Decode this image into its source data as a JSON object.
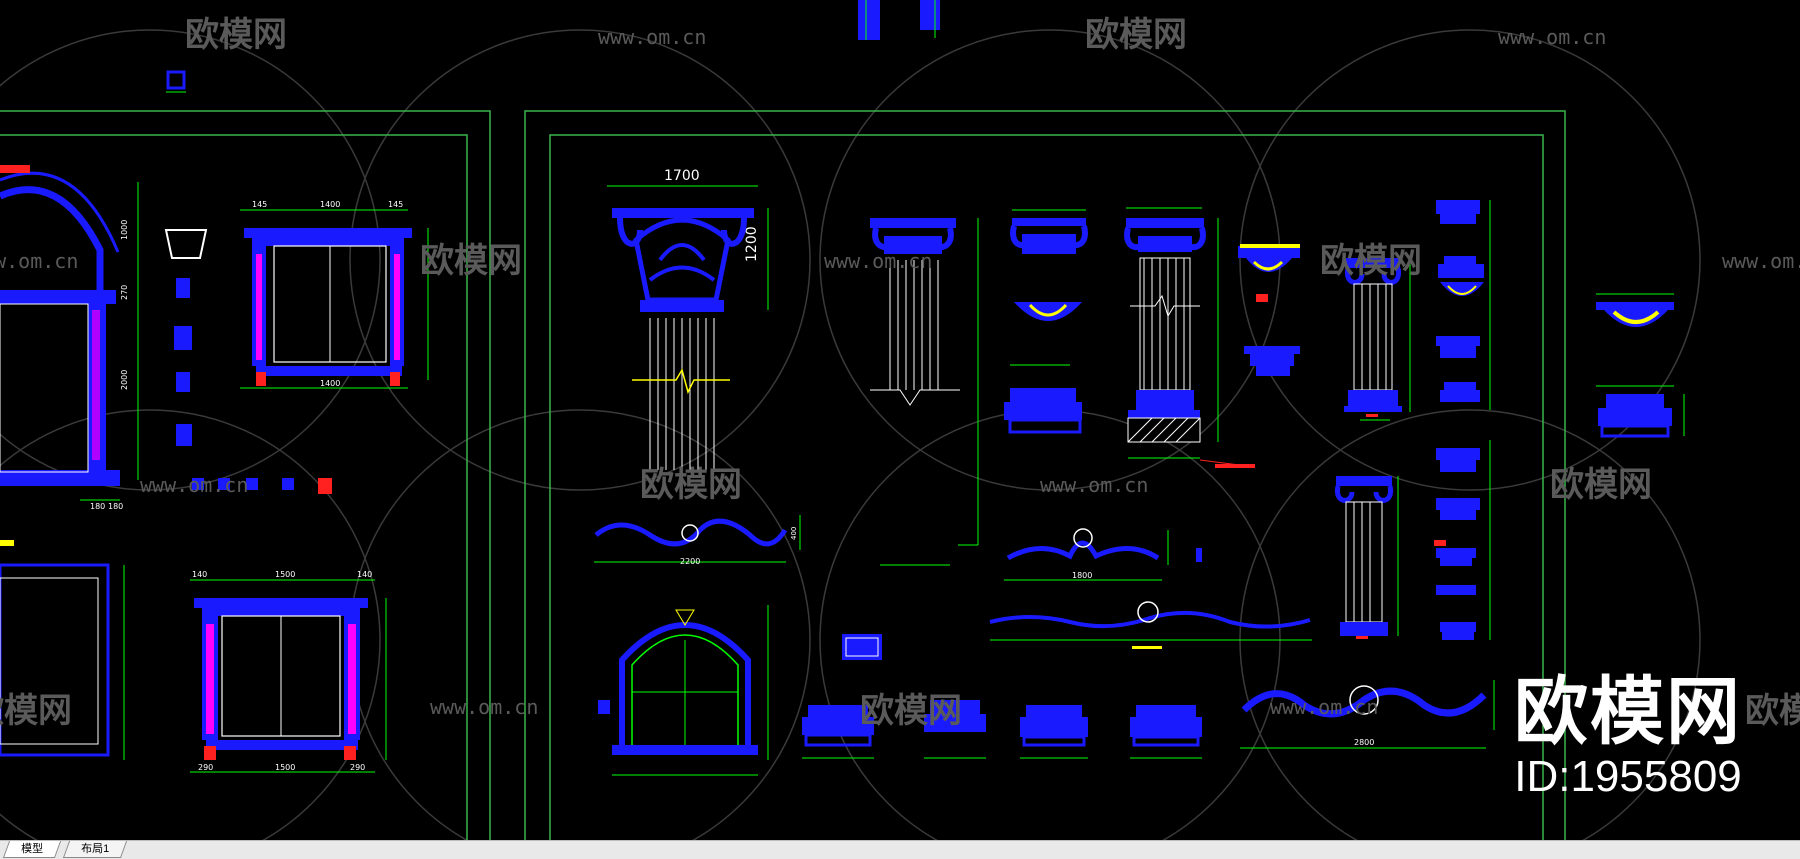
{
  "watermark": {
    "brand": "欧模网",
    "url": "www.om.cn"
  },
  "brand_overlay": {
    "logo": "欧模网",
    "id": "ID:1955809"
  },
  "dimensions": {
    "capital_width": "1700",
    "capital_height": "1200",
    "ornament_2200": "2200",
    "ornament_400": "400",
    "ornament_1800": "1800",
    "ornament_2800": "2800",
    "win_top_width": "1400",
    "win_bottom_width": "1400",
    "win_side_left": "145",
    "win_side_right": "145",
    "win2_width": "1500",
    "win2_bottom": "1500",
    "win2_left": "140",
    "win2_right": "140",
    "win2_foot_left": "290",
    "win2_foot_right": "290",
    "arch_h1": "1000",
    "arch_h2": "270",
    "arch_h3": "2000",
    "foot_180a": "180",
    "foot_180b": "180"
  },
  "tabs": [
    {
      "label": "模型",
      "active": true
    },
    {
      "label": "布局1",
      "active": false
    }
  ],
  "colors": {
    "frame": "#39b54a",
    "drawing": "#1a1aff",
    "dimension": "#00ff00",
    "accent_magenta": "#ff00ff",
    "accent_red": "#ff2020",
    "accent_yellow": "#ffff00"
  }
}
